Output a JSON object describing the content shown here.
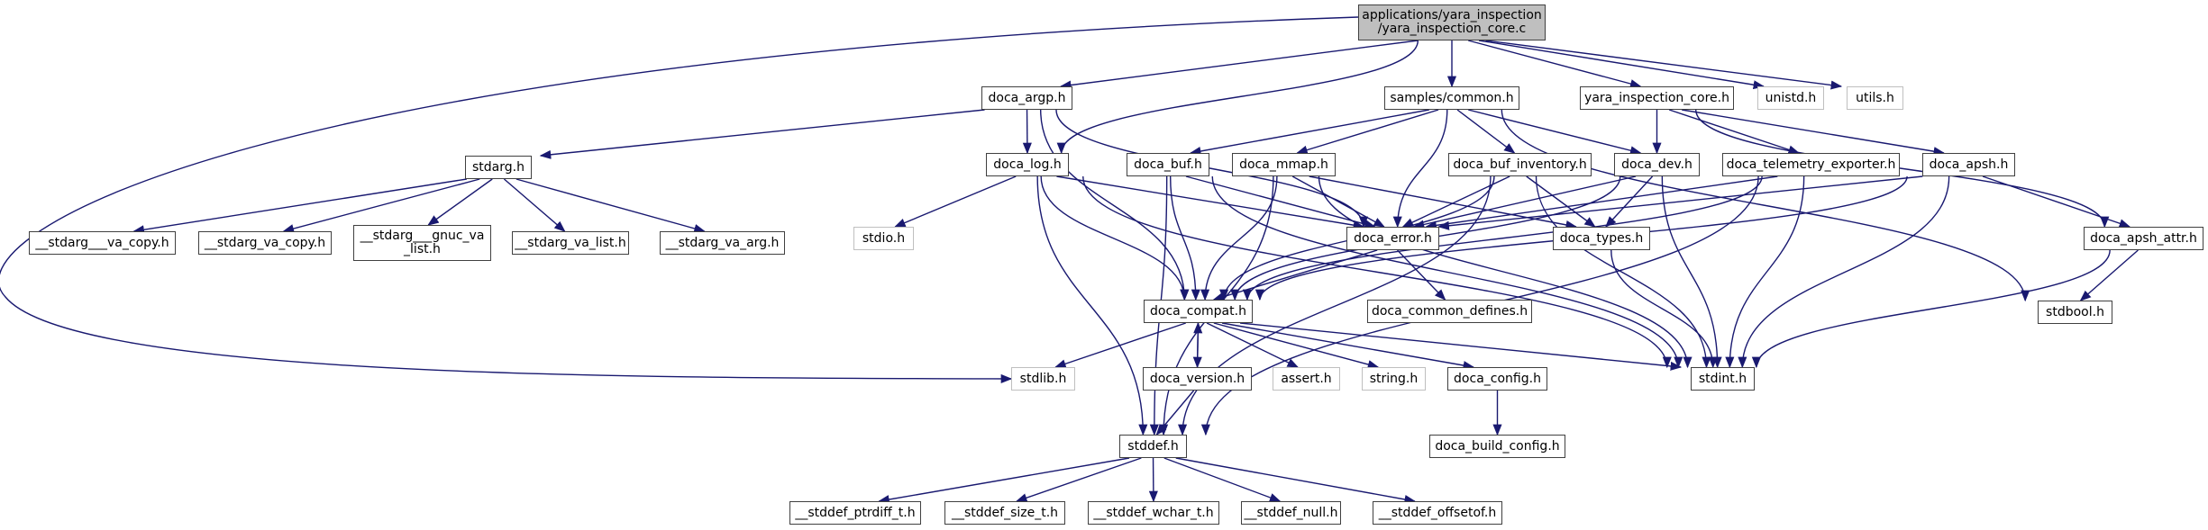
{
  "title": "applications/yara_inspection/yara_inspection_core.c include dependency graph",
  "colors": {
    "edge": "#191970",
    "node_border": "#404040",
    "system_border": "#bfbfbf",
    "root_fill": "#bfbfbf"
  },
  "nodes": {
    "root": {
      "label": "applications/yara_inspection\n/yara_inspection_core.c",
      "kind": "root"
    },
    "doca_argp": {
      "label": "doca_argp.h",
      "kind": "doc"
    },
    "samples_common": {
      "label": "samples/common.h",
      "kind": "doc"
    },
    "yara_core_h": {
      "label": "yara_inspection_core.h",
      "kind": "doc"
    },
    "unistd": {
      "label": "unistd.h",
      "kind": "sys"
    },
    "utils": {
      "label": "utils.h",
      "kind": "sys"
    },
    "stdarg": {
      "label": "stdarg.h",
      "kind": "doc"
    },
    "doca_log": {
      "label": "doca_log.h",
      "kind": "doc"
    },
    "doca_buf": {
      "label": "doca_buf.h",
      "kind": "doc"
    },
    "doca_mmap": {
      "label": "doca_mmap.h",
      "kind": "doc"
    },
    "doca_buf_inventory": {
      "label": "doca_buf_inventory.h",
      "kind": "doc"
    },
    "doca_dev": {
      "label": "doca_dev.h",
      "kind": "doc"
    },
    "doca_telemetry_exporter": {
      "label": "doca_telemetry_exporter.h",
      "kind": "doc"
    },
    "doca_apsh": {
      "label": "doca_apsh.h",
      "kind": "doc"
    },
    "stdarg_va_copy2": {
      "label": "__stdarg___va_copy.h",
      "kind": "doc"
    },
    "stdarg_va_copy": {
      "label": "__stdarg_va_copy.h",
      "kind": "doc"
    },
    "stdarg_gnuc": {
      "label": "__stdarg___gnuc_va\n_list.h",
      "kind": "doc"
    },
    "stdarg_va_list": {
      "label": "__stdarg_va_list.h",
      "kind": "doc"
    },
    "stdarg_va_arg": {
      "label": "__stdarg_va_arg.h",
      "kind": "doc"
    },
    "stdio": {
      "label": "stdio.h",
      "kind": "sys"
    },
    "doca_error": {
      "label": "doca_error.h",
      "kind": "doc"
    },
    "doca_types": {
      "label": "doca_types.h",
      "kind": "doc"
    },
    "doca_apsh_attr": {
      "label": "doca_apsh_attr.h",
      "kind": "doc"
    },
    "doca_compat": {
      "label": "doca_compat.h",
      "kind": "doc"
    },
    "doca_common_defines": {
      "label": "doca_common_defines.h",
      "kind": "doc"
    },
    "stdbool": {
      "label": "stdbool.h",
      "kind": "doc"
    },
    "stdlib": {
      "label": "stdlib.h",
      "kind": "sys"
    },
    "doca_version": {
      "label": "doca_version.h",
      "kind": "doc"
    },
    "assert": {
      "label": "assert.h",
      "kind": "sys"
    },
    "string": {
      "label": "string.h",
      "kind": "sys"
    },
    "doca_config": {
      "label": "doca_config.h",
      "kind": "doc"
    },
    "stdint": {
      "label": "stdint.h",
      "kind": "doc"
    },
    "stddef": {
      "label": "stddef.h",
      "kind": "doc"
    },
    "doca_build_config": {
      "label": "doca_build_config.h",
      "kind": "doc"
    },
    "stddef_ptrdiff": {
      "label": "__stddef_ptrdiff_t.h",
      "kind": "doc"
    },
    "stddef_size": {
      "label": "__stddef_size_t.h",
      "kind": "doc"
    },
    "stddef_wchar": {
      "label": "__stddef_wchar_t.h",
      "kind": "doc"
    },
    "stddef_null": {
      "label": "__stddef_null.h",
      "kind": "doc"
    },
    "stddef_offsetof": {
      "label": "__stddef_offsetof.h",
      "kind": "doc"
    }
  },
  "edges": [
    [
      "root",
      "doca_argp"
    ],
    [
      "root",
      "samples_common"
    ],
    [
      "root",
      "yara_core_h"
    ],
    [
      "root",
      "unistd"
    ],
    [
      "root",
      "utils"
    ],
    [
      "root",
      "doca_log"
    ],
    [
      "root",
      "stdlib"
    ],
    [
      "doca_argp",
      "stdarg"
    ],
    [
      "doca_argp",
      "doca_log"
    ],
    [
      "doca_argp",
      "doca_error"
    ],
    [
      "doca_argp",
      "doca_compat"
    ],
    [
      "samples_common",
      "doca_buf"
    ],
    [
      "samples_common",
      "doca_mmap"
    ],
    [
      "samples_common",
      "doca_buf_inventory"
    ],
    [
      "samples_common",
      "doca_dev"
    ],
    [
      "samples_common",
      "doca_error"
    ],
    [
      "samples_common",
      "stdbool"
    ],
    [
      "yara_core_h",
      "doca_dev"
    ],
    [
      "yara_core_h",
      "doca_telemetry_exporter"
    ],
    [
      "yara_core_h",
      "doca_apsh"
    ],
    [
      "yara_core_h",
      "doca_apsh_attr"
    ],
    [
      "stdarg",
      "stdarg_va_copy2"
    ],
    [
      "stdarg",
      "stdarg_va_copy"
    ],
    [
      "stdarg",
      "stdarg_gnuc"
    ],
    [
      "stdarg",
      "stdarg_va_list"
    ],
    [
      "stdarg",
      "stdarg_va_arg"
    ],
    [
      "doca_log",
      "stdio"
    ],
    [
      "doca_log",
      "doca_error"
    ],
    [
      "doca_log",
      "doca_compat"
    ],
    [
      "doca_log",
      "stdint"
    ],
    [
      "doca_log",
      "stddef"
    ],
    [
      "doca_buf",
      "doca_error"
    ],
    [
      "doca_buf",
      "doca_compat"
    ],
    [
      "doca_buf",
      "stdint"
    ],
    [
      "doca_buf",
      "stddef"
    ],
    [
      "doca_mmap",
      "doca_error"
    ],
    [
      "doca_mmap",
      "doca_compat"
    ],
    [
      "doca_mmap",
      "doca_types"
    ],
    [
      "doca_mmap",
      "stdint"
    ],
    [
      "doca_mmap",
      "stddef"
    ],
    [
      "doca_buf_inventory",
      "doca_error"
    ],
    [
      "doca_buf_inventory",
      "doca_compat"
    ],
    [
      "doca_buf_inventory",
      "doca_types"
    ],
    [
      "doca_buf_inventory",
      "stdint"
    ],
    [
      "doca_buf_inventory",
      "stddef"
    ],
    [
      "doca_dev",
      "doca_error"
    ],
    [
      "doca_dev",
      "doca_compat"
    ],
    [
      "doca_dev",
      "doca_types"
    ],
    [
      "doca_dev",
      "stdint"
    ],
    [
      "doca_telemetry_exporter",
      "doca_error"
    ],
    [
      "doca_telemetry_exporter",
      "doca_compat"
    ],
    [
      "doca_telemetry_exporter",
      "stdint"
    ],
    [
      "doca_telemetry_exporter",
      "stddef"
    ],
    [
      "doca_apsh",
      "doca_error"
    ],
    [
      "doca_apsh",
      "doca_compat"
    ],
    [
      "doca_apsh",
      "doca_apsh_attr"
    ],
    [
      "doca_apsh",
      "stdint"
    ],
    [
      "doca_error",
      "doca_compat"
    ],
    [
      "doca_error",
      "doca_common_defines"
    ],
    [
      "doca_types",
      "stdint"
    ],
    [
      "doca_apsh_attr",
      "stdbool"
    ],
    [
      "doca_apsh_attr",
      "stdint"
    ],
    [
      "doca_compat",
      "stdlib"
    ],
    [
      "doca_compat",
      "doca_version"
    ],
    [
      "doca_compat",
      "assert"
    ],
    [
      "doca_compat",
      "string"
    ],
    [
      "doca_compat",
      "doca_config"
    ],
    [
      "doca_compat",
      "stdint"
    ],
    [
      "doca_version",
      "doca_compat"
    ],
    [
      "doca_version",
      "stddef"
    ],
    [
      "doca_config",
      "doca_build_config"
    ],
    [
      "stddef",
      "stddef_ptrdiff"
    ],
    [
      "stddef",
      "stddef_size"
    ],
    [
      "stddef",
      "stddef_wchar"
    ],
    [
      "stddef",
      "stddef_null"
    ],
    [
      "stddef",
      "stddef_offsetof"
    ]
  ]
}
